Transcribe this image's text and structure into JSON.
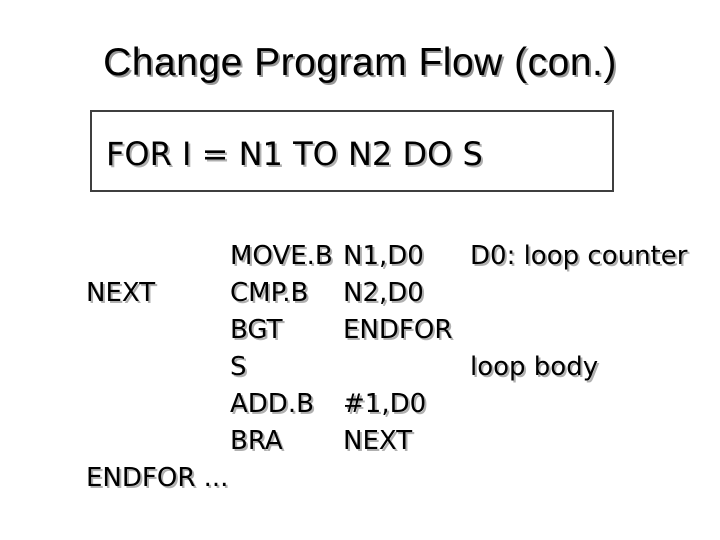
{
  "slide": {
    "title": "Change Program Flow (con.)",
    "pseudocode_box": {
      "text": "FOR I = N1 TO N2 DO S"
    },
    "assembly": {
      "columns": [
        "label",
        "mnemonic",
        "operand",
        "comment"
      ],
      "rows": [
        {
          "label": "",
          "mnemonic": "MOVE.B",
          "operand": "N1,D0",
          "comment": "D0: loop counter"
        },
        {
          "label": "NEXT",
          "mnemonic": "CMP.B",
          "operand": "N2,D0",
          "comment": ""
        },
        {
          "label": "",
          "mnemonic": "BGT",
          "operand": "ENDFOR",
          "comment": ""
        },
        {
          "label": "",
          "mnemonic": "S",
          "operand": "",
          "comment": "loop body"
        },
        {
          "label": "",
          "mnemonic": "ADD.B",
          "operand": "#1,D0",
          "comment": ""
        },
        {
          "label": "",
          "mnemonic": "BRA",
          "operand": "NEXT",
          "comment": ""
        },
        {
          "label": "ENDFOR ...",
          "mnemonic": "",
          "operand": "",
          "comment": ""
        }
      ]
    },
    "colors": {
      "background": "#ffffff",
      "text": "#000000",
      "shadow_title": "#999999",
      "shadow_text": "#b0b0b0",
      "box_border": "#3f3f3f"
    }
  }
}
